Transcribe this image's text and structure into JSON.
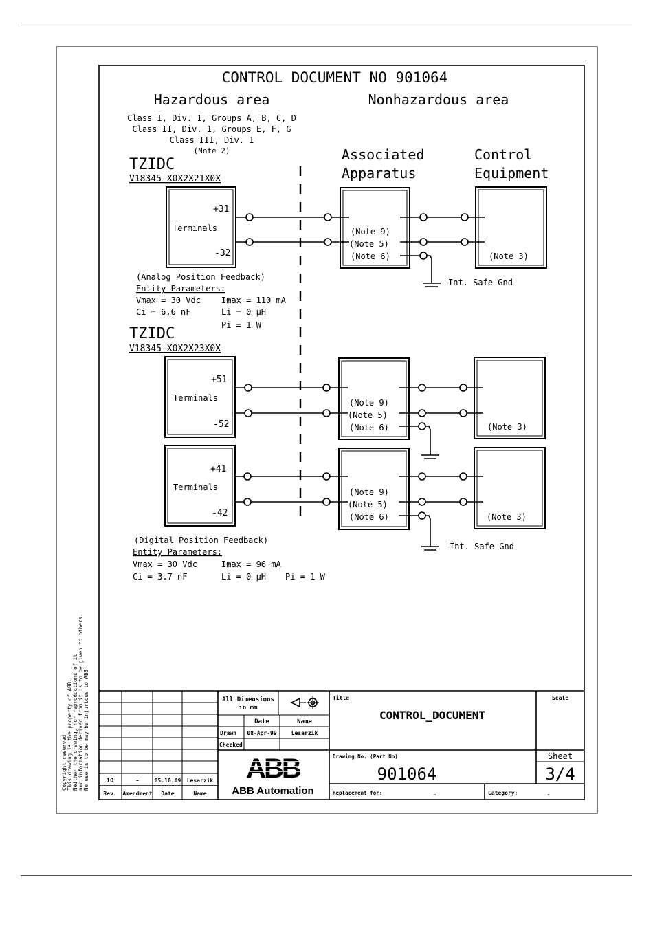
{
  "document": {
    "title": "CONTROL DOCUMENT NO 901064",
    "hazardous_area": "Hazardous area",
    "nonhazardous_area": "Nonhazardous area",
    "classes": [
      "Class I, Div. 1, Groups A, B, C, D",
      "Class II, Div. 1, Groups E, F, G",
      "Class III, Div. 1"
    ],
    "note2": "(Note 2)",
    "associated_apparatus": [
      "Associated",
      "Apparatus"
    ],
    "control_equipment": [
      "Control",
      "Equipment"
    ]
  },
  "device1": {
    "name": "TZIDC",
    "model": "V18345-X0X2X21X0X",
    "terminal_pos": "+31",
    "terminal_neg": "-32",
    "terminals_label": "Terminals",
    "feedback": "(Analog Position Feedback)",
    "entity_heading": "Entity Parameters:",
    "vmax": "Vmax = 30 Vdc",
    "imax": "Imax = 110 mA",
    "ci": "Ci = 6.6 nF",
    "li": "Li = 0 µH",
    "pi": "Pi = 1 W"
  },
  "device2": {
    "name": "TZIDC",
    "model": "V18345-X0X2X23X0X",
    "block1_pos": "+51",
    "block1_neg": "-52",
    "block2_pos": "+41",
    "block2_neg": "-42",
    "terminals_label": "Terminals",
    "feedback": "(Digital Position Feedback)",
    "entity_heading": "Entity Parameters:",
    "vmax": "Vmax = 30 Vdc",
    "imax": "Imax = 96 mA",
    "ci": "Ci = 3.7 nF",
    "li": "Li = 0 µH",
    "pi": "Pi = 1 W"
  },
  "notes": {
    "note9": "(Note 9)",
    "note5": "(Note 5)",
    "note6": "(Note 6)",
    "note3": "(Note 3)",
    "safe_gnd": "Int. Safe Gnd"
  },
  "copyright": [
    "Copyright reserved",
    "This drawing is the property of ABB.",
    "Neither the drawing, nor reproductions of it",
    "nor information derived from it is to be given to others.",
    "No use is to be may be injurious to ABB"
  ],
  "title_block": {
    "rev_headers": [
      "Rev.",
      "Amendment",
      "Date",
      "Name"
    ],
    "rev_row": [
      "10",
      "-",
      "05.10.09",
      "Lesarzik"
    ],
    "dimensions": [
      "All Dimensions",
      "in mm"
    ],
    "date_header": "Date",
    "name_header": "Name",
    "drawn_label": "Drawn",
    "drawn_date": "08-Apr-99",
    "drawn_name": "Lesarzik",
    "checked_label": "Checked",
    "brand_logo": "ABB",
    "brand_name": "ABB Automation",
    "title_label": "Title",
    "title_value": "CONTROL_DOCUMENT",
    "scale_label": "Scale",
    "drawing_no_label": "Drawing No.   (Part No)",
    "drawing_no": "901064",
    "sheet_label": "Sheet",
    "sheet_value": "3/4",
    "replacement_label": "Replacement for:",
    "replacement_value": "-",
    "category_label": "Category:",
    "category_value": "-"
  }
}
